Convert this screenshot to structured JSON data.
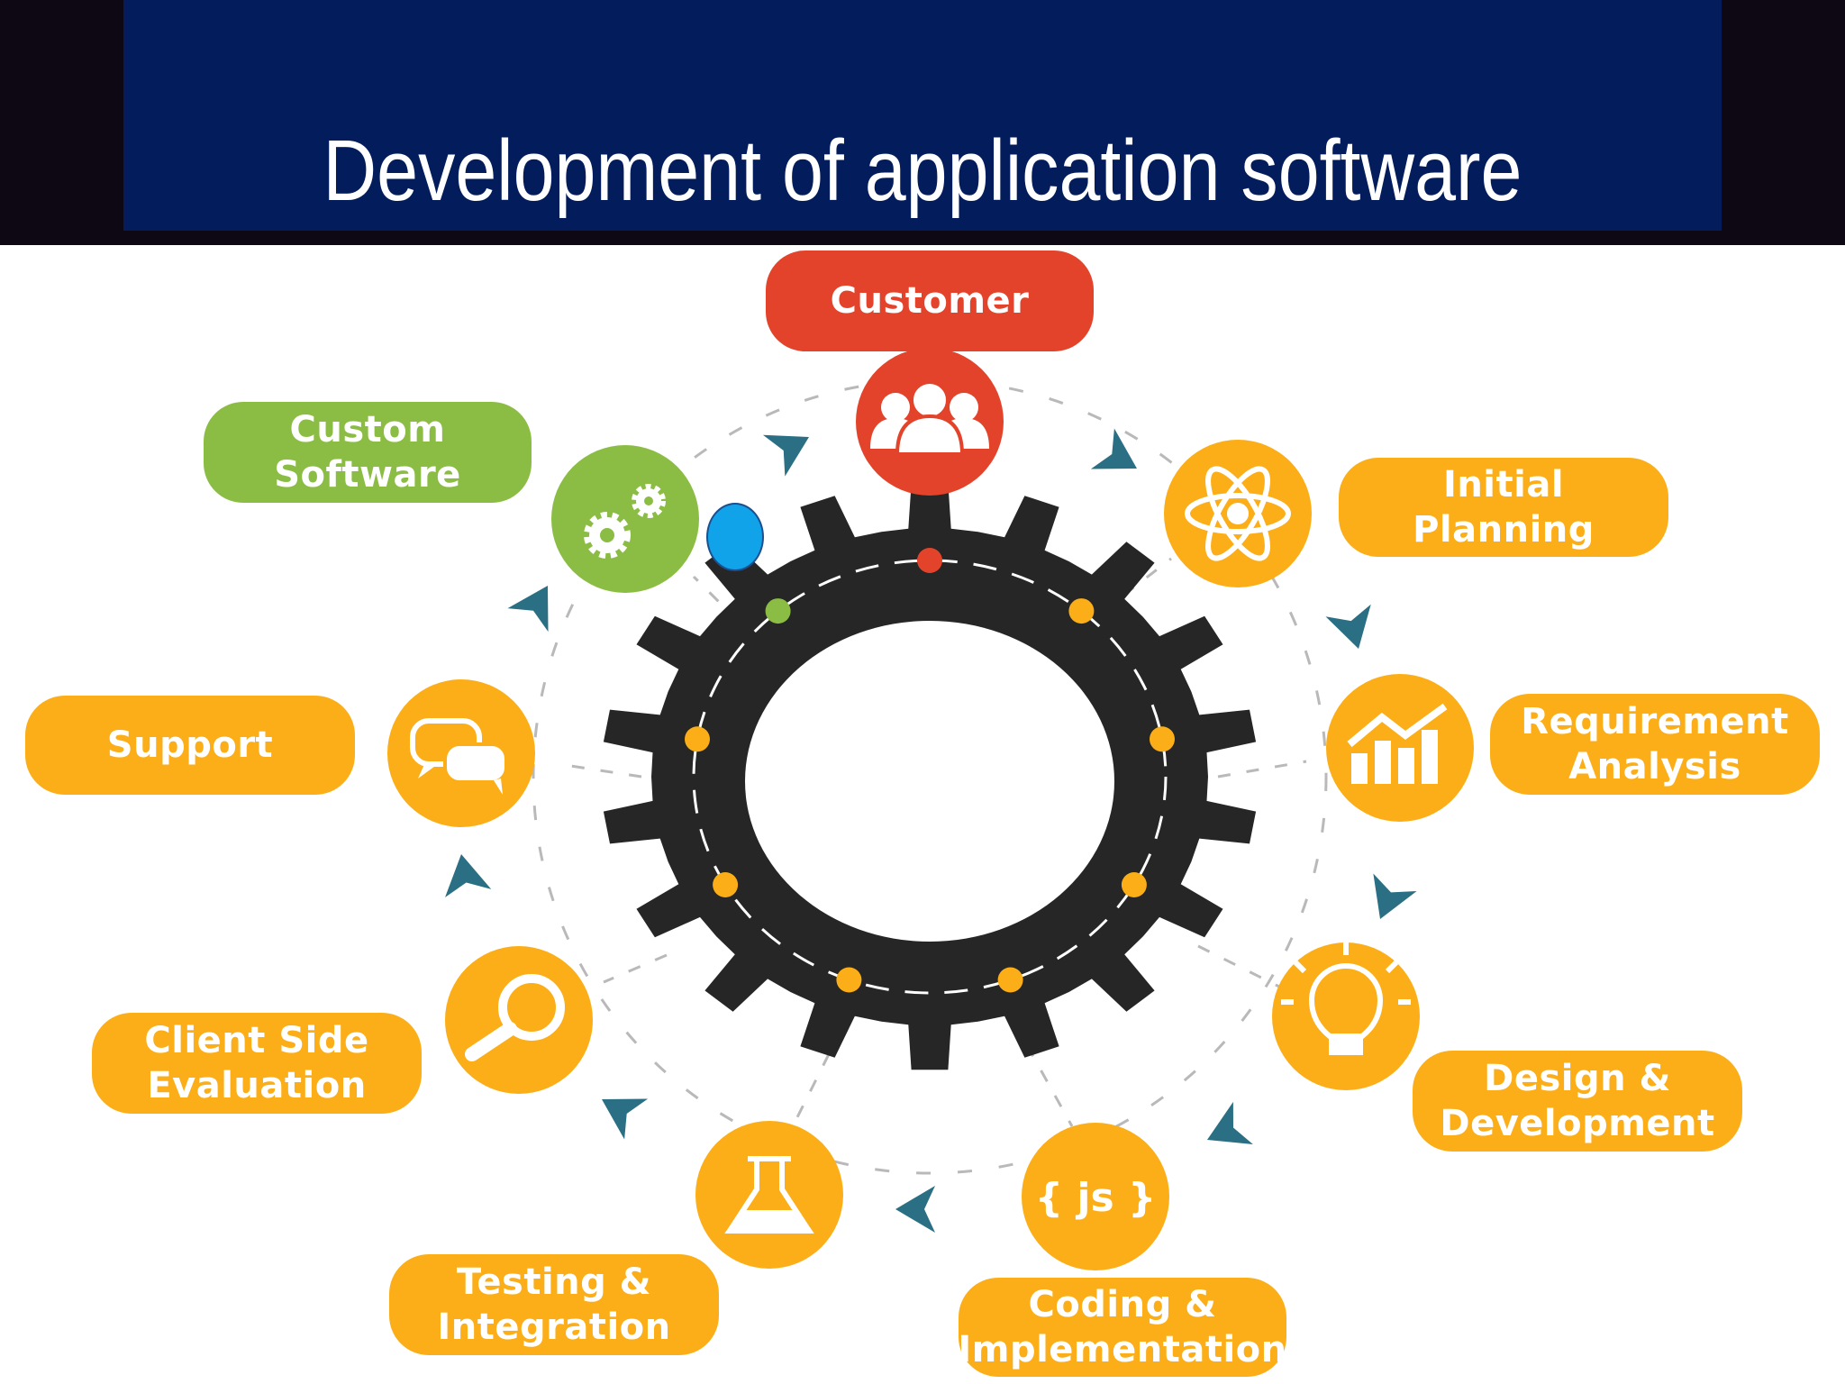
{
  "slide": {
    "title": "Development of application software"
  },
  "colors": {
    "title_bg": "#031c5b",
    "outer_bg": "#0e0714",
    "customer_red": "#e3432a",
    "custom_green": "#8bbd45",
    "stage_orange": "#fbae17",
    "gear": "#262626",
    "arrow_teal": "#2a6f83",
    "cursor_blue": "#11a3ea"
  },
  "stages": [
    {
      "id": "customer",
      "line1": "Customer",
      "line2": "",
      "icon": "people-icon"
    },
    {
      "id": "initial-planning",
      "line1": "Initial",
      "line2": "Planning",
      "icon": "atom-icon"
    },
    {
      "id": "requirement-analysis",
      "line1": "Requirement",
      "line2": "Analysis",
      "icon": "bar-chart-icon"
    },
    {
      "id": "design-development",
      "line1": "Design &",
      "line2": "Development",
      "icon": "lightbulb-icon"
    },
    {
      "id": "coding-implementation",
      "line1": "Coding &",
      "line2": "Implementation",
      "icon": "js-icon",
      "icon_text": "{ js }"
    },
    {
      "id": "testing-integration",
      "line1": "Testing &",
      "line2": "Integration",
      "icon": "flask-icon"
    },
    {
      "id": "client-side-evaluation",
      "line1": "Client Side",
      "line2": "Evaluation",
      "icon": "magnifier-icon"
    },
    {
      "id": "support",
      "line1": "Support",
      "line2": "",
      "icon": "chat-bubbles-icon"
    },
    {
      "id": "custom-software",
      "line1": "Custom",
      "line2": "Software",
      "icon": "gears-icon"
    }
  ]
}
